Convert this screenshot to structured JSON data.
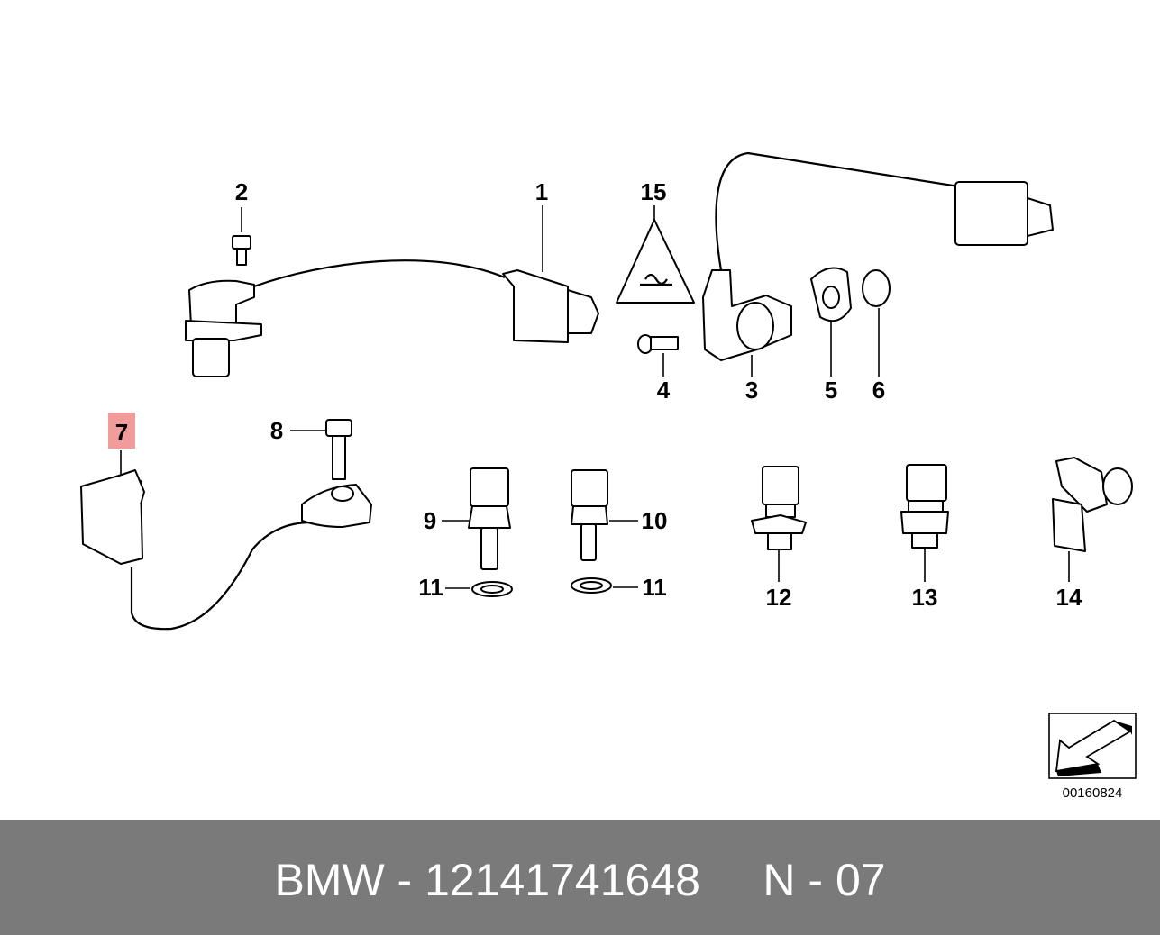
{
  "callouts": {
    "c1": "1",
    "c2": "2",
    "c3": "3",
    "c4": "4",
    "c5": "5",
    "c6": "6",
    "c7": "7",
    "c8": "8",
    "c9": "9",
    "c10": "10",
    "c11a": "11",
    "c11b": "11",
    "c12": "12",
    "c13": "13",
    "c14": "14",
    "c15": "15"
  },
  "highlight": {
    "callout": "7",
    "color": "#f08a8a"
  },
  "reference_code": "00160824",
  "footer": {
    "title": "BMW - 12141741648     N - 07",
    "background": "#7a7a7a"
  },
  "icons": [
    "caution-triangle-icon",
    "direction-arrow-icon"
  ]
}
